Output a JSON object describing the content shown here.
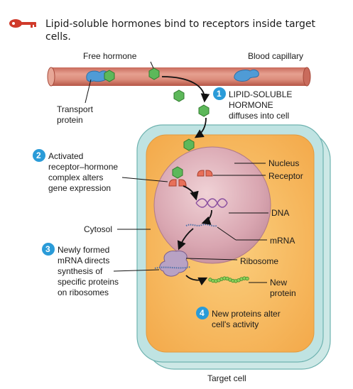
{
  "header": {
    "key_icon": "key-icon",
    "text_line1": "Lipid-soluble hormones bind to receptors inside target",
    "text_line2": "cells."
  },
  "labels": {
    "free_hormone": "Free hormone",
    "blood_capillary": "Blood capillary",
    "transport_line1": "Transport",
    "transport_line2": "protein",
    "cytosol": "Cytosol",
    "nucleus": "Nucleus",
    "receptor": "Receptor",
    "dna": "DNA",
    "mrna": "mRNA",
    "ribosome": "Ribosome",
    "new_protein_line1": "New",
    "new_protein_line2": "protein",
    "target_cell": "Target cell"
  },
  "steps": [
    {
      "num": "1",
      "lines": [
        "LIPID-SOLUBLE",
        "HORMONE",
        "diffuses into cell"
      ]
    },
    {
      "num": "2",
      "lines": [
        "Activated",
        "receptor–hormone",
        "complex alters",
        "gene expression"
      ]
    },
    {
      "num": "3",
      "lines": [
        "Newly formed",
        "mRNA directs",
        "synthesis of",
        "specific proteins",
        "on ribosomes"
      ]
    },
    {
      "num": "4",
      "lines": [
        "New proteins alter",
        "cell's activity"
      ]
    }
  ],
  "colors": {
    "capillary": "#d9826f",
    "capillary_dark": "#b35a4a",
    "cell_membrane": "#bfe3e2",
    "cytosol": "#f6b95c",
    "nucleus": "#d9a9b4",
    "hormone": "#5db85a",
    "receptor": "#e8705a",
    "transport_protein": "#4f9bd6",
    "step_circle": "#2a9bd8"
  }
}
